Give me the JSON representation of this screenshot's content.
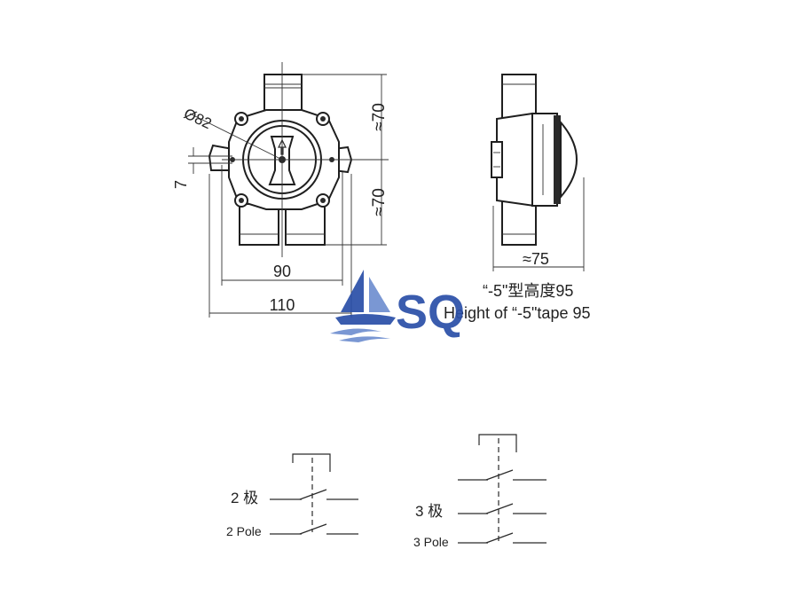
{
  "dimensions": {
    "diameter": "Ø82",
    "top_height": "≈70",
    "bottom_height": "≈70",
    "offset": "7",
    "inner_width": "90",
    "outer_width": "110",
    "side_depth": "≈75"
  },
  "notes": {
    "height_cn": "“-5\"型高度95",
    "height_en": "Height of  “-5\"tape 95"
  },
  "watermark": {
    "logo_text": "SQ",
    "colors": {
      "blue": "#2a4fa8",
      "light_blue": "#6f8fd0"
    }
  },
  "schematics": {
    "two_pole": {
      "label_cn": "2 极",
      "label_en": "2 Pole"
    },
    "three_pole": {
      "label_cn": "3 极",
      "label_en": "3 Pole"
    }
  }
}
